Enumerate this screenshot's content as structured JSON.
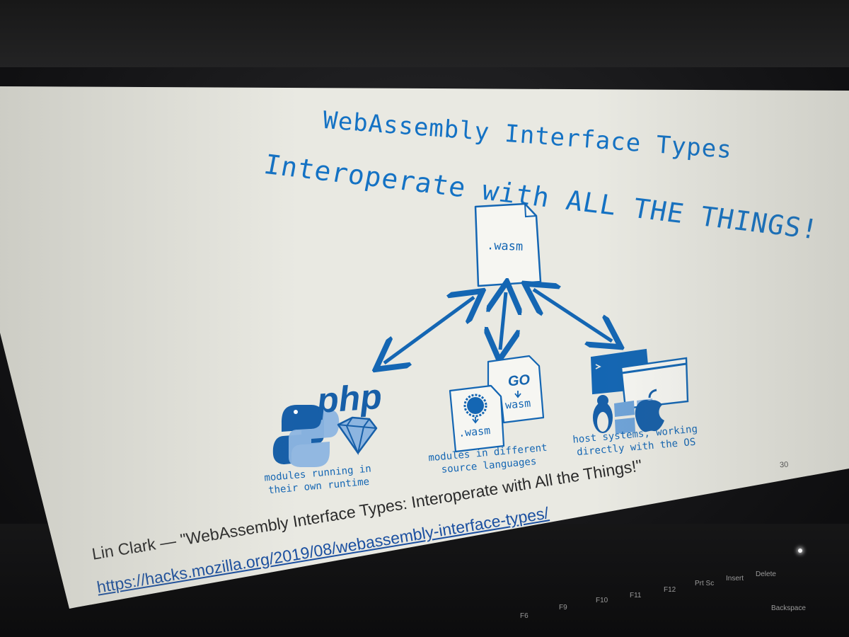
{
  "slide": {
    "title_line_1": "WebAssembly Interface Types",
    "title_line_2": "Interoperate with ALL THE THINGS!",
    "center_file_label": ".wasm",
    "php_logo": "php",
    "go_logo": "GO",
    "rust_file_label": ".wasm",
    "go_file_label": "wasm",
    "caption_left": [
      "modules running in",
      "their own runtime"
    ],
    "caption_middle": [
      "modules in different",
      "source languages"
    ],
    "caption_right": [
      "host systems, working",
      "directly with the OS"
    ],
    "page_number": "30",
    "footer_credit": "Lin Clark — \"WebAssembly Interface Types: Interoperate with All the Things!\"",
    "footer_link": "https://hacks.mozilla.org/2019/08/webassembly-interface-types/"
  },
  "keyboard": {
    "keys": [
      "F6",
      "F9",
      "F10",
      "F11",
      "F12",
      "Prt Sc",
      "Insert",
      "Delete",
      "Backspace"
    ]
  },
  "colors": {
    "slide_blue": "#1472c4",
    "slide_background": "#e9e9e2"
  },
  "icons": [
    "wasm-file-icon",
    "python-logo-icon",
    "ruby-gem-icon",
    "rust-logo-icon",
    "terminal-window-icon",
    "linux-penguin-icon",
    "windows-logo-icon",
    "apple-logo-icon"
  ]
}
